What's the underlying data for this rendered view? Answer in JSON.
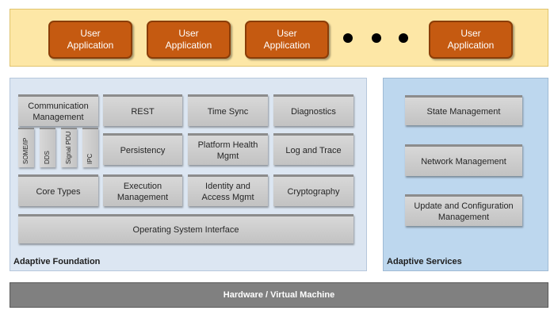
{
  "application_layer": {
    "apps": [
      "User\nApplication",
      "User\nApplication",
      "User\nApplication",
      "User\nApplication"
    ],
    "ellipsis": [
      "•",
      "•",
      "•"
    ]
  },
  "foundation": {
    "label": "Adaptive Foundation",
    "communication": {
      "title": "Communication\nManagement",
      "protocols": [
        "SOME/IP",
        "DDS",
        "Signal PDU",
        "IPC"
      ]
    },
    "modules": {
      "rest": "REST",
      "time_sync": "Time Sync",
      "diagnostics": "Diagnostics",
      "persistency": "Persistency",
      "platform_health": "Platform Health\nMgmt",
      "log_trace": "Log and Trace",
      "core_types": "Core Types",
      "execution": "Execution\nManagement",
      "identity": "Identity and\nAccess Mgmt",
      "cryptography": "Cryptography",
      "os_interface": "Operating System Interface"
    }
  },
  "services": {
    "label": "Adaptive Services",
    "items": [
      "State Management",
      "Network Management",
      "Update and Configuration\nManagement"
    ]
  },
  "hardware": {
    "label": "Hardware / Virtual Machine"
  }
}
